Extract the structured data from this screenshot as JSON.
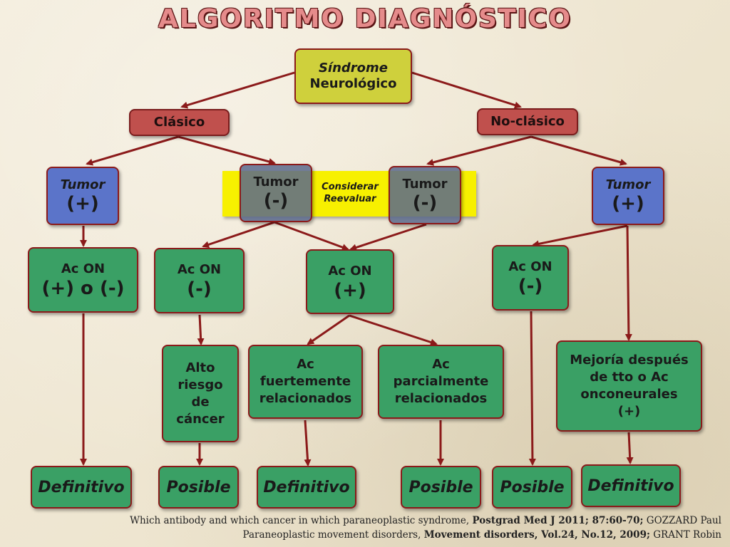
{
  "title": "ALGORITMO DIAGNÓSTICO",
  "root": {
    "line1": "Síndrome",
    "line2": "Neurológico"
  },
  "classic": "Clásico",
  "non_classic": "No-clásico",
  "tumor_pos_left": {
    "label": "Tumor",
    "sign": "(+)"
  },
  "tumor_neg_left": {
    "label": "Tumor",
    "sign": "(-)"
  },
  "tumor_neg_right": {
    "label": "Tumor",
    "sign": "(-)"
  },
  "tumor_pos_right": {
    "label": "Tumor",
    "sign": "(+)"
  },
  "consider": {
    "line1": "Considerar",
    "line2": "Reevaluar"
  },
  "acon_1": {
    "label": "Ac ON",
    "sign": "(+) o (-)"
  },
  "acon_2": {
    "label": "Ac ON",
    "sign": "(-)"
  },
  "acon_3": {
    "label": "Ac ON",
    "sign": "(+)"
  },
  "acon_4": {
    "label": "Ac ON",
    "sign": "(-)"
  },
  "high_risk": {
    "l1": "Alto",
    "l2": "riesgo",
    "l3": "de",
    "l4": "cáncer"
  },
  "strong": {
    "l1": "Ac",
    "l2": "fuertemente",
    "l3": "relacionados"
  },
  "partial": {
    "l1": "Ac",
    "l2": "parcialmente",
    "l3": "relacionados"
  },
  "improve": {
    "l1": "Mejoría después",
    "l2": "de tto o Ac",
    "l3": "onconeurales",
    "l4": "(+)"
  },
  "results": [
    "Definitivo",
    "Posible",
    "Definitivo",
    "Posible",
    "Posible",
    "Definitivo"
  ],
  "citation": {
    "l1a": "Which antibody and which cancer in which paraneoplastic syndrome, ",
    "l1b": "Postgrad Med J 2011; 87:60-70;",
    "l1c": " GOZZARD Paul",
    "l2a": "Paraneoplastic movement disorders, ",
    "l2b": "Movement disorders, Vol.24, No.12, 2009;",
    "l2c": " GRANT Robin"
  },
  "colors": {
    "arrow": "#8b1a1a",
    "green": "#3aa065",
    "blue": "#5b74c9",
    "red": "#c0504d",
    "yellow": "#cfd03c",
    "band": "#f7f000"
  }
}
